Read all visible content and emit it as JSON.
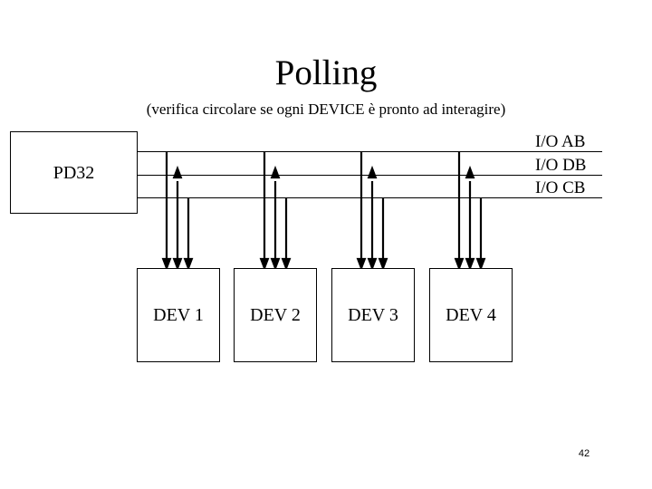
{
  "slide": {
    "title": "Polling",
    "subtitle": "(verifica circolare se ogni DEVICE è pronto ad interagire)",
    "page_number": "42",
    "background_color": "#ffffff",
    "stroke_color": "#000000"
  },
  "diagram": {
    "type": "block-diagram",
    "cpu": {
      "label": "PD32",
      "name": "cpu-block"
    },
    "devices": [
      {
        "label": "DEV 1",
        "name": "device-block-1"
      },
      {
        "label": "DEV 2",
        "name": "device-block-2"
      },
      {
        "label": "DEV 3",
        "name": "device-block-3"
      },
      {
        "label": "DEV 4",
        "name": "device-block-4"
      }
    ],
    "buses": [
      {
        "label": "I/O AB",
        "name": "address-bus"
      },
      {
        "label": "I/O DB",
        "name": "data-bus"
      },
      {
        "label": "I/O CB",
        "name": "control-bus"
      }
    ],
    "connectors": {
      "per_device": 3,
      "directions": [
        "down",
        "up",
        "down"
      ],
      "description": "three vertical signal lines link each bus to every device"
    }
  }
}
